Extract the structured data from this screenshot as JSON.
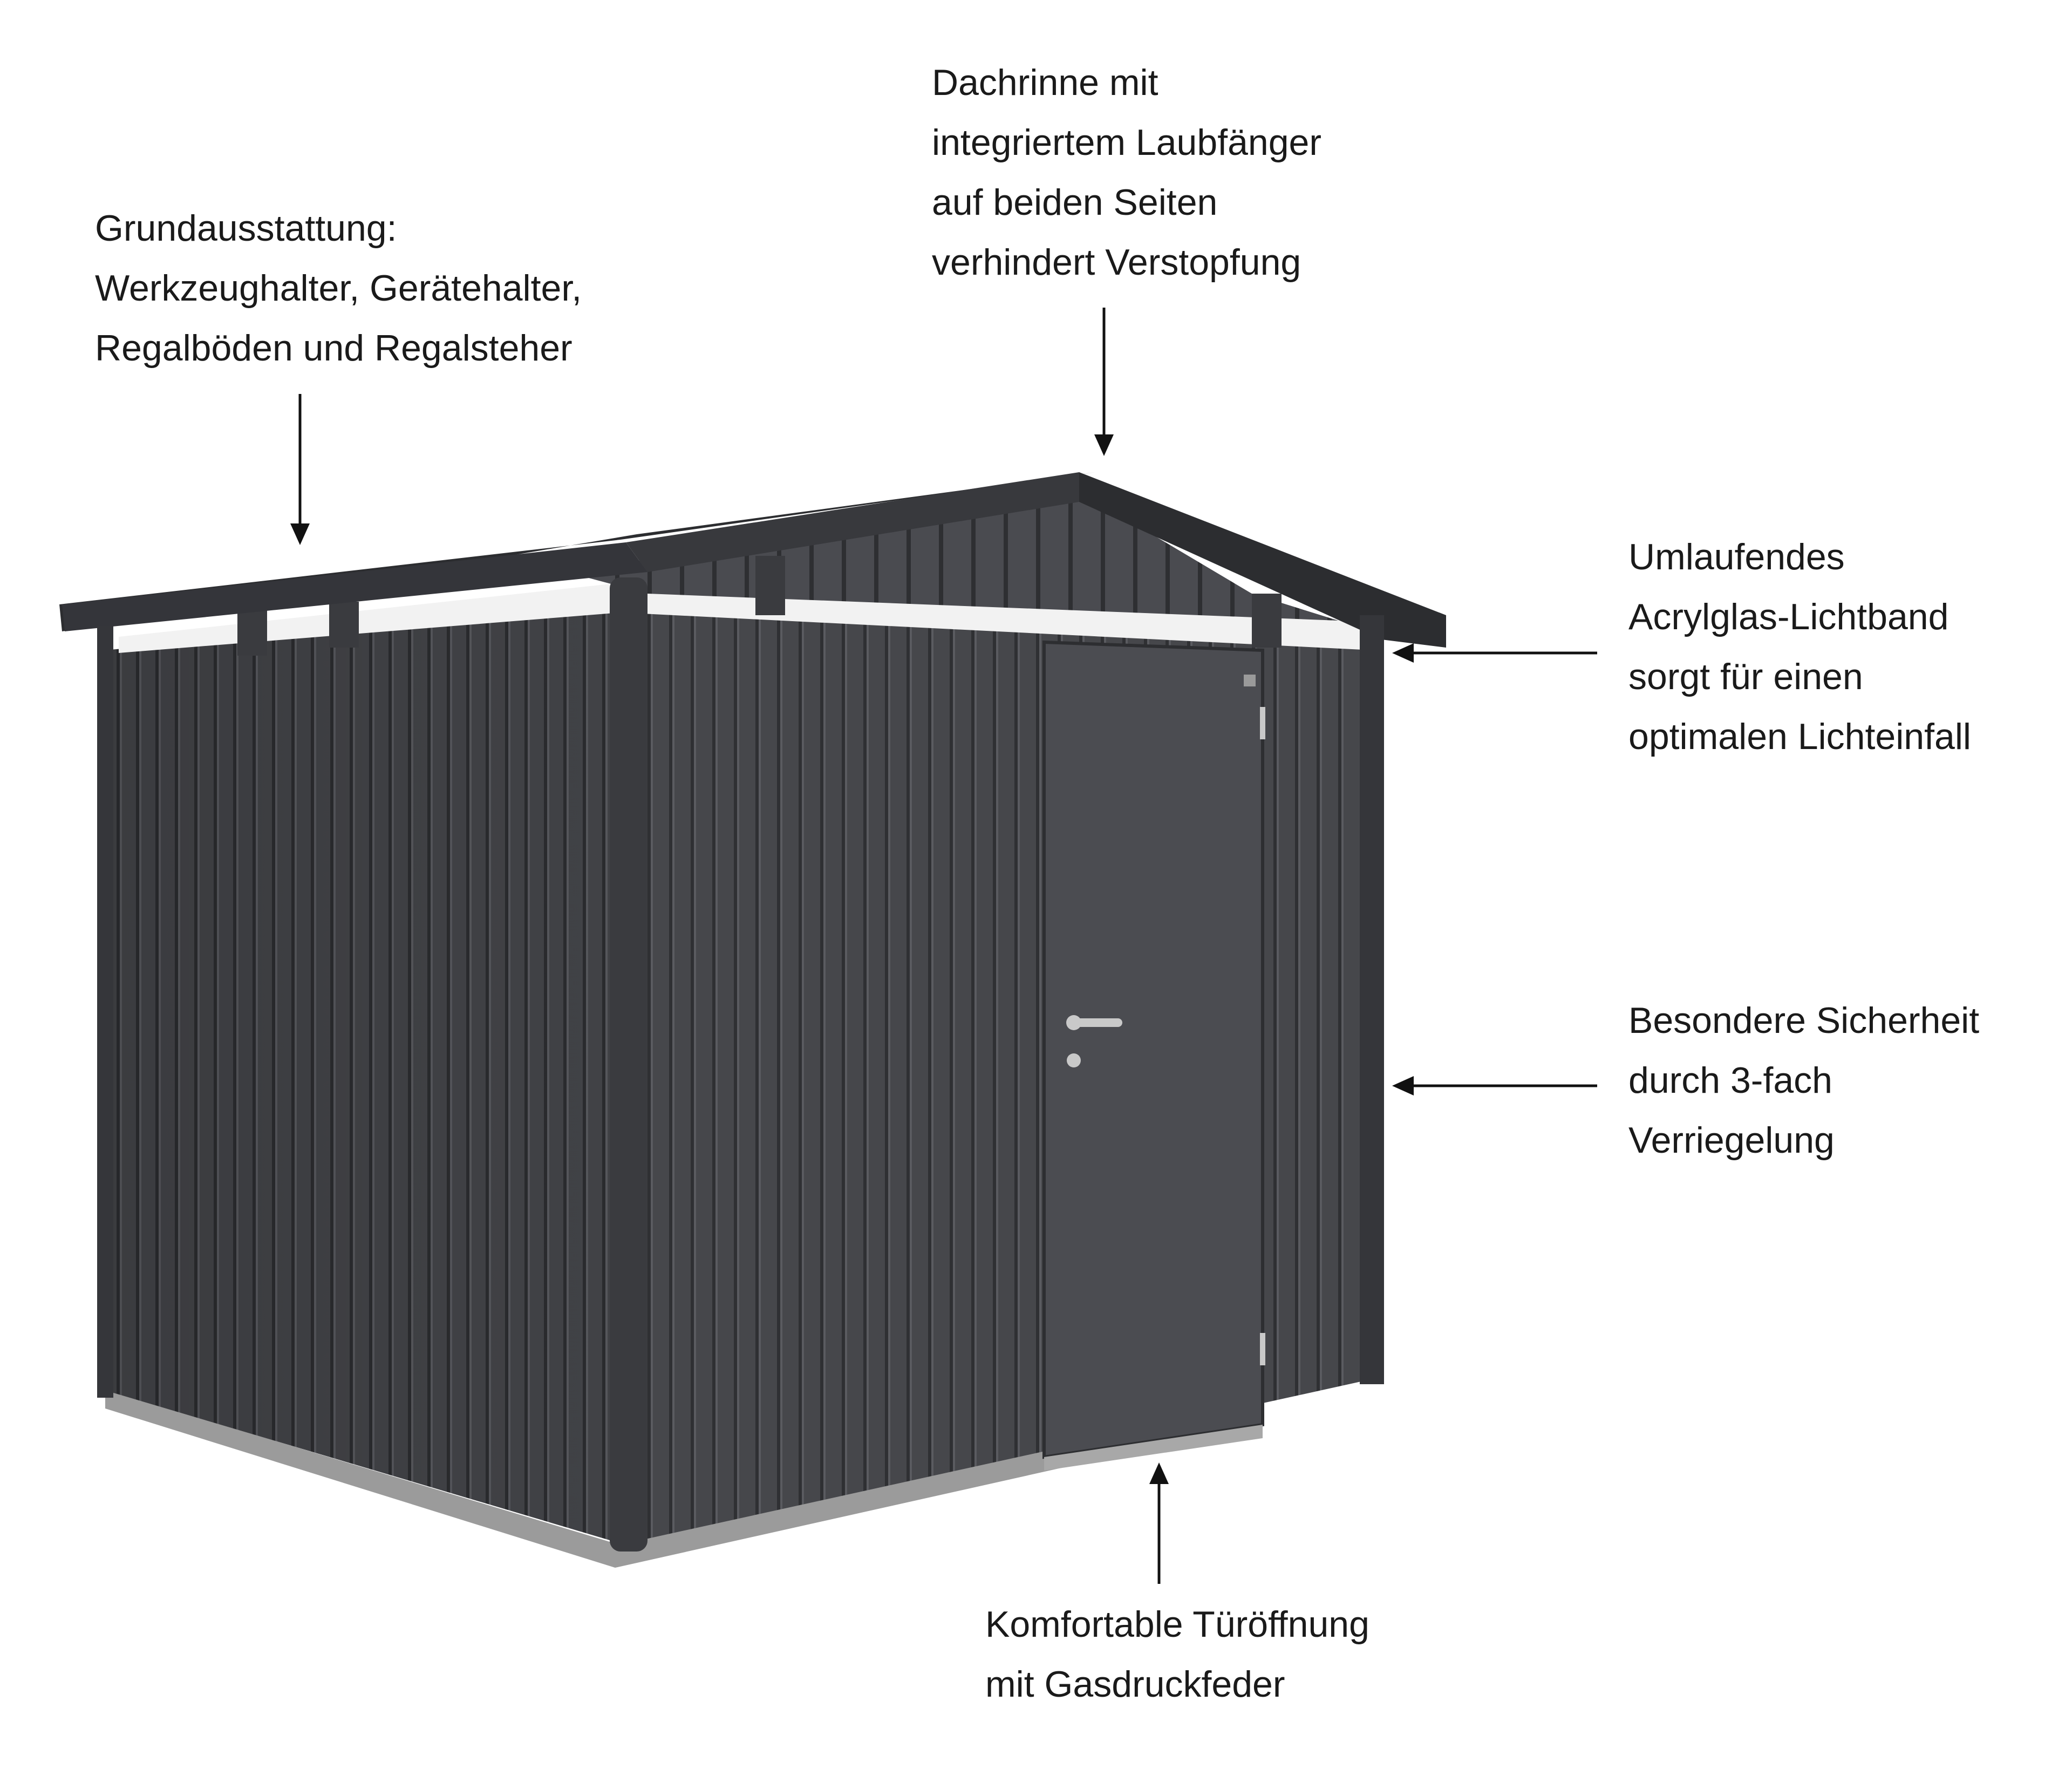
{
  "callouts": {
    "grundausstattung": {
      "lines": [
        "Grundausstattung:",
        "Werkzeughalter, Gerätehalter,",
        "Regalböden und Regalsteher"
      ]
    },
    "dachrinne": {
      "lines": [
        "Dachrinne mit",
        "integriertem Laubfänger",
        "auf beiden Seiten",
        "verhindert Verstopfung"
      ]
    },
    "lichtband": {
      "lines": [
        "Umlaufendes",
        "Acrylglas-Lichtband",
        "sorgt für einen",
        "optimalen Lichteinfall"
      ]
    },
    "sicherheit": {
      "lines": [
        "Besondere Sicherheit",
        "durch 3-fach",
        "Verriegelung"
      ]
    },
    "tueroeffnung": {
      "lines": [
        "Komfortable Türöffnung",
        "mit Gasdruckfeder"
      ]
    }
  },
  "colors": {
    "cladding": "#46474b",
    "cladding_dark": "#303134",
    "roof": "#2c2d30",
    "frame": "#3a3b3f",
    "text": "#1a1a1a",
    "handle": "#c9c9c9"
  }
}
